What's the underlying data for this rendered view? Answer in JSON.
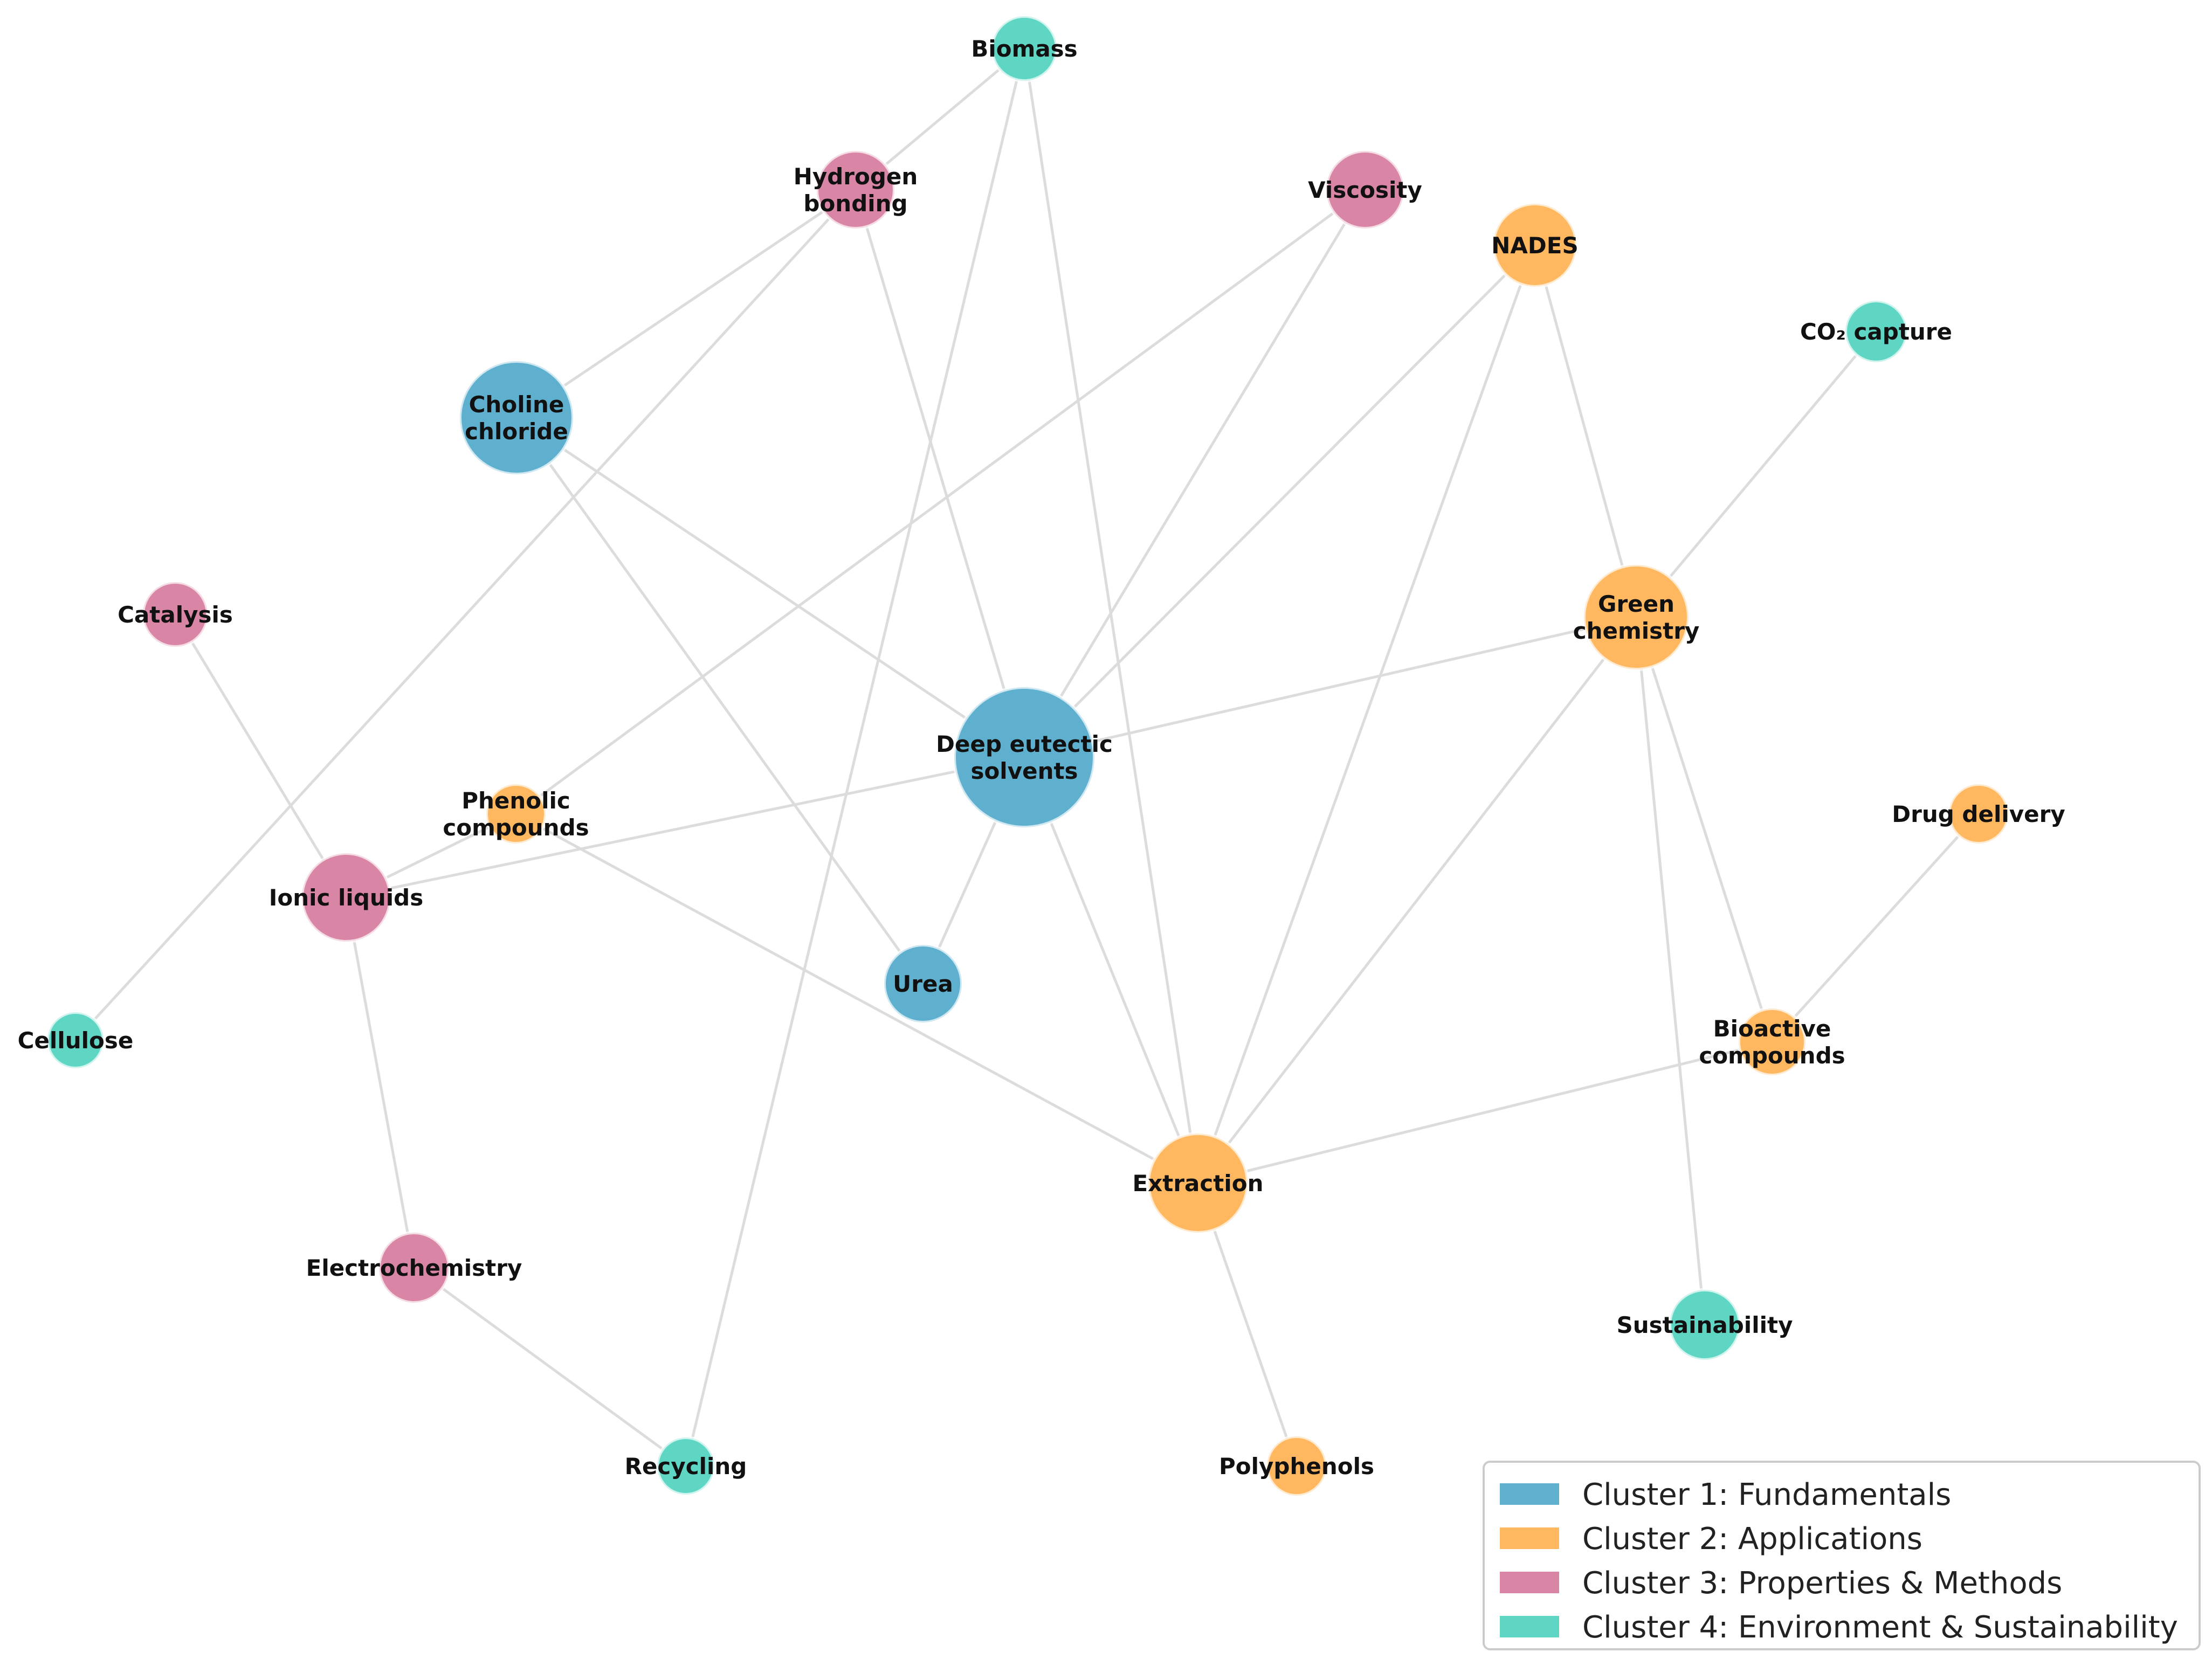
{
  "clusters": [
    {
      "id": 1,
      "label": "Cluster 1: Fundamentals",
      "color": "#5fb0cf"
    },
    {
      "id": 2,
      "label": "Cluster 2: Applications",
      "color": "#ffb860"
    },
    {
      "id": 3,
      "label": "Cluster 3: Properties & Methods",
      "color": "#d986a6"
    },
    {
      "id": 4,
      "label": "Cluster 4: Environment & Sustainability",
      "color": "#5fd6c4"
    }
  ],
  "nodes": [
    {
      "id": "des",
      "lines": [
        "Deep eutectic",
        "solvents"
      ],
      "cluster": 1
    },
    {
      "id": "choline",
      "lines": [
        "Choline",
        "chloride"
      ],
      "cluster": 1
    },
    {
      "id": "urea",
      "lines": [
        "Urea"
      ],
      "cluster": 1
    },
    {
      "id": "green",
      "lines": [
        "Green",
        "chemistry"
      ],
      "cluster": 2
    },
    {
      "id": "extraction",
      "lines": [
        "Extraction"
      ],
      "cluster": 2
    },
    {
      "id": "nades",
      "lines": [
        "NADES"
      ],
      "cluster": 2
    },
    {
      "id": "phenolic",
      "lines": [
        "Phenolic",
        "compounds"
      ],
      "cluster": 2
    },
    {
      "id": "bioactive",
      "lines": [
        "Bioactive",
        "compounds"
      ],
      "cluster": 2
    },
    {
      "id": "drug",
      "lines": [
        "Drug delivery"
      ],
      "cluster": 2
    },
    {
      "id": "polyphenols",
      "lines": [
        "Polyphenols"
      ],
      "cluster": 2
    },
    {
      "id": "ionic",
      "lines": [
        "Ionic liquids"
      ],
      "cluster": 3
    },
    {
      "id": "hbond",
      "lines": [
        "Hydrogen",
        "bonding"
      ],
      "cluster": 3
    },
    {
      "id": "viscosity",
      "lines": [
        "Viscosity"
      ],
      "cluster": 3
    },
    {
      "id": "catalysis",
      "lines": [
        "Catalysis"
      ],
      "cluster": 3
    },
    {
      "id": "electro",
      "lines": [
        "Electrochemistry"
      ],
      "cluster": 3
    },
    {
      "id": "biomass",
      "lines": [
        "Biomass"
      ],
      "cluster": 4
    },
    {
      "id": "co2",
      "lines": [
        "CO₂ capture"
      ],
      "cluster": 4
    },
    {
      "id": "cellulose",
      "lines": [
        "Cellulose"
      ],
      "cluster": 4
    },
    {
      "id": "sustain",
      "lines": [
        "Sustainability"
      ],
      "cluster": 4
    },
    {
      "id": "recycling",
      "lines": [
        "Recycling"
      ],
      "cluster": 4
    }
  ],
  "edges": [
    [
      "des",
      "choline"
    ],
    [
      "des",
      "urea"
    ],
    [
      "des",
      "hbond"
    ],
    [
      "des",
      "viscosity"
    ],
    [
      "des",
      "nades"
    ],
    [
      "des",
      "green"
    ],
    [
      "des",
      "extraction"
    ],
    [
      "des",
      "ionic"
    ],
    [
      "choline",
      "hbond"
    ],
    [
      "choline",
      "urea"
    ],
    [
      "hbond",
      "biomass"
    ],
    [
      "hbond",
      "cellulose"
    ],
    [
      "biomass",
      "recycling"
    ],
    [
      "biomass",
      "extraction"
    ],
    [
      "viscosity",
      "phenolic"
    ],
    [
      "nades",
      "green"
    ],
    [
      "nades",
      "extraction"
    ],
    [
      "green",
      "co2"
    ],
    [
      "green",
      "bioactive"
    ],
    [
      "green",
      "sustain"
    ],
    [
      "green",
      "extraction"
    ],
    [
      "phenolic",
      "ionic"
    ],
    [
      "phenolic",
      "extraction"
    ],
    [
      "catalysis",
      "ionic"
    ],
    [
      "ionic",
      "electro"
    ],
    [
      "electro",
      "recycling"
    ],
    [
      "extraction",
      "bioactive"
    ],
    [
      "extraction",
      "polyphenols"
    ],
    [
      "bioactive",
      "drug"
    ]
  ]
}
